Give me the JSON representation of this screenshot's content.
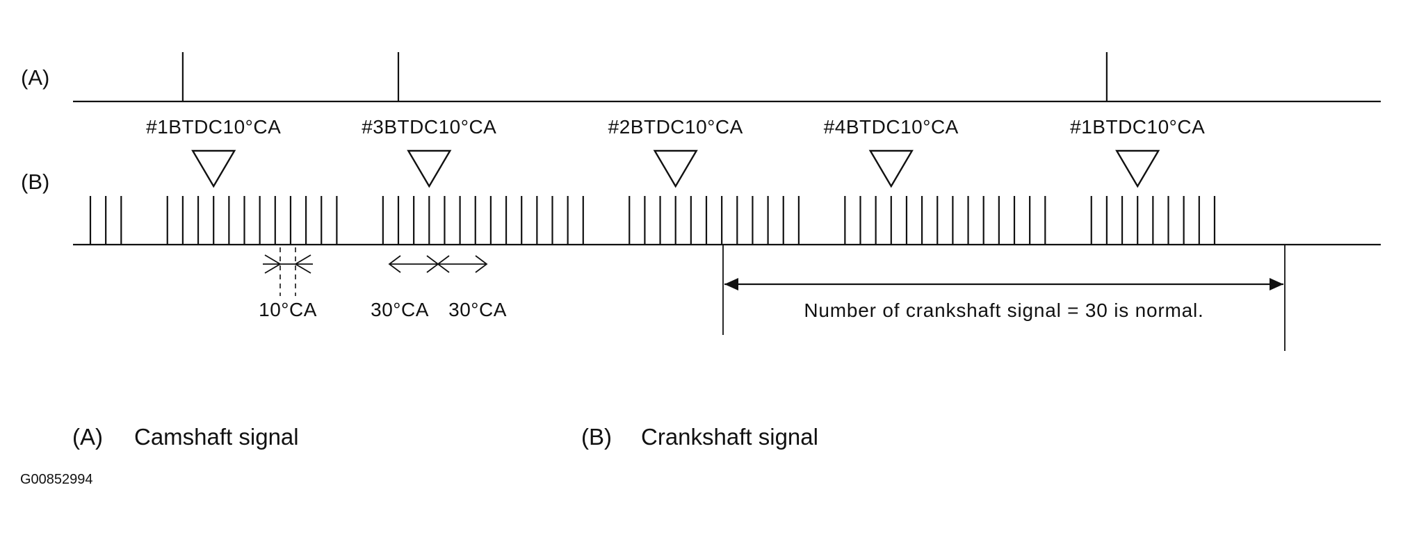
{
  "signals": {
    "a_label": "(A)",
    "b_label": "(B)"
  },
  "markers": [
    {
      "label": "#1BTDC10°CA",
      "pulse": 8
    },
    {
      "label": "#3BTDC10°CA",
      "pulse": 22
    },
    {
      "label": "#2BTDC10°CA",
      "pulse": 38
    },
    {
      "label": "#4BTDC10°CA",
      "pulse": 52
    },
    {
      "label": "#1BTDC10°CA",
      "pulse": 68
    }
  ],
  "camshaft": {
    "teeth_at_crank_pulse": [
      6,
      20,
      66
    ]
  },
  "crankshaft": {
    "missing_pulses": [
      3,
      4,
      17,
      18,
      33,
      34,
      47,
      48,
      63,
      64
    ],
    "total_pulse_slots": 74
  },
  "dimensions": {
    "tooth_gap": "10°CA",
    "missing_gap_left": "30°CA",
    "missing_gap_right": "30°CA"
  },
  "count_note": "Number of crankshaft signal = 30 is normal.",
  "legend": {
    "a_key": "(A)",
    "a_text": "Camshaft signal",
    "b_key": "(B)",
    "b_text": "Crankshaft signal"
  },
  "figure_code": "G00852994"
}
